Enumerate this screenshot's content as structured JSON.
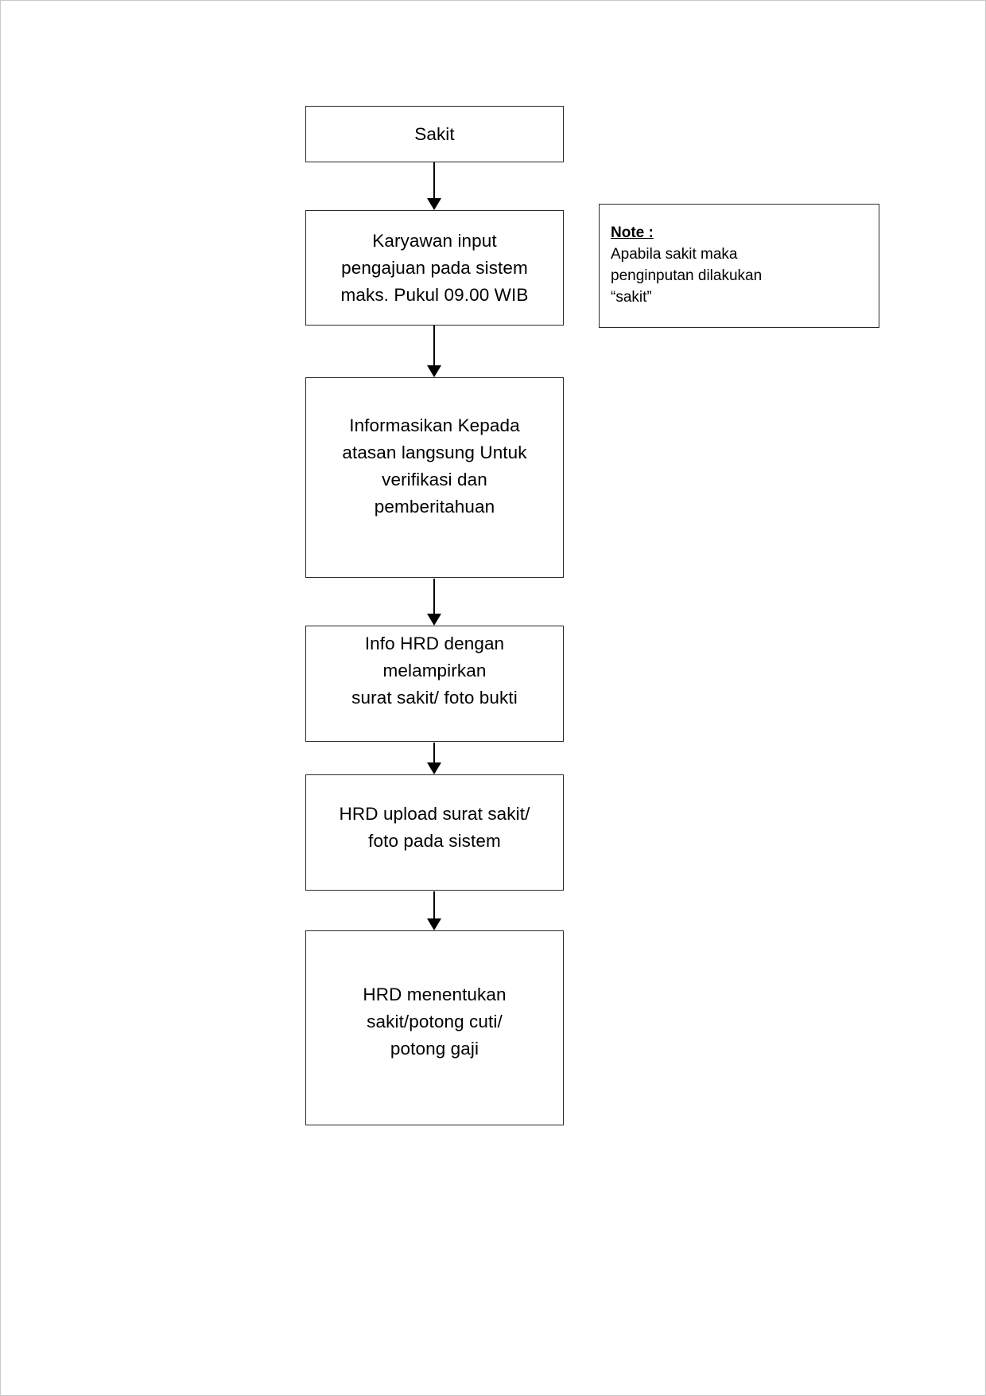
{
  "page": {
    "background": "#ffffff",
    "border_color": "#c9c9c9",
    "line_color": "#000000",
    "box_border_color": "#2b2b2b"
  },
  "flowchart": {
    "type": "flowchart",
    "orientation": "vertical",
    "nodes": [
      {
        "id": "n1",
        "label": "Sakit"
      },
      {
        "id": "n2",
        "label": "Karyawan input\npengajuan pada sistem\nmaks. Pukul 09.00 WIB"
      },
      {
        "id": "n3",
        "label": "Informasikan Kepada\natasan langsung Untuk\nverifikasi dan\npemberitahuan"
      },
      {
        "id": "n4",
        "label": "Info HRD dengan\nmelampirkan\nsurat sakit/ foto bukti"
      },
      {
        "id": "n5",
        "label": "HRD upload surat sakit/\nfoto pada sistem"
      },
      {
        "id": "n6",
        "label": "HRD menentukan\nsakit/potong cuti/\npotong gaji"
      }
    ],
    "edges": [
      {
        "from": "n1",
        "to": "n2"
      },
      {
        "from": "n2",
        "to": "n3"
      },
      {
        "from": "n3",
        "to": "n4"
      },
      {
        "from": "n4",
        "to": "n5"
      },
      {
        "from": "n5",
        "to": "n6"
      }
    ]
  },
  "note": {
    "title": "Note :",
    "body": "Apabila sakit maka\npenginputan dilakukan\n“sakit”"
  }
}
